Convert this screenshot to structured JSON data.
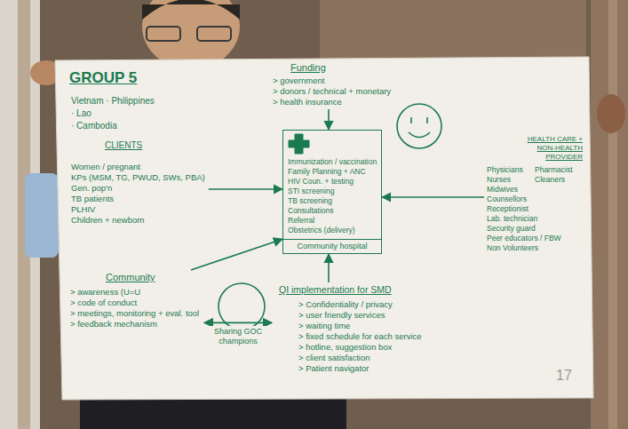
{
  "diagram": {
    "title": "GROUP 5",
    "nodes": [
      {
        "text": [
          "Funding",
          "> government",
          "> donors / technical + monetary",
          "> health insurance"
        ]
      },
      {
        "text": [
          "CLIENTS",
          "Women / pregnant",
          "KPs (MSM, TG, PWUD, SWs, PBA)",
          "Gen. pop'n",
          "TB patients",
          "PLHIV",
          "Children + newborn"
        ]
      },
      {
        "text": [
          "Immunization / vaccination",
          "Family Planning + ANC",
          "HIV Coun. + testing",
          "STI screening",
          "TB screening",
          "Consultations",
          "Referral",
          "Obstetrics (delivery)"
        ]
      },
      {
        "text": [
          "Community hospital"
        ],
        "in": 2
      },
      {
        "text": [
          "HEALTH CARE + NON-HEALTH PROVIDER",
          "Physicians",
          "Pharmacist",
          "Nurses",
          "Cleaners",
          "Midwives",
          "Counsellors",
          "Receptionist",
          "Lab. technician",
          "Security guard",
          "Peer educators / FBW",
          "Non Volunteers"
        ]
      },
      {
        "text": [
          "Community",
          "> awareness (U=U",
          "> code of conduct",
          "> meetings, monitoring + eval. tool",
          "> feedback mechanism"
        ]
      },
      {
        "text": [
          "QI implementation for SMD",
          "> Confidentiality / privacy",
          "> user friendly services",
          "> waiting time",
          "> fixed schedule for each service",
          "> hotline, suggestion box",
          "> client satisfaction",
          "> Patient navigator"
        ]
      }
    ],
    "edges": [
      {
        "from": 0,
        "to": 2,
        "arrow": "to"
      },
      {
        "from": 1,
        "to": 2,
        "arrow": "to"
      },
      {
        "from": 4,
        "to": 2,
        "arrow": "to"
      },
      {
        "from": 5,
        "to": 2,
        "arrow": "to"
      },
      {
        "from": 6,
        "to": 2,
        "arrow": "to"
      },
      {
        "from": 5,
        "to": 6,
        "label": "Sharing GOC champions",
        "arrow": "both"
      }
    ],
    "labels": [
      "Vietnam · Philippines",
      "· Lao",
      "· Cambodia",
      "17"
    ]
  }
}
